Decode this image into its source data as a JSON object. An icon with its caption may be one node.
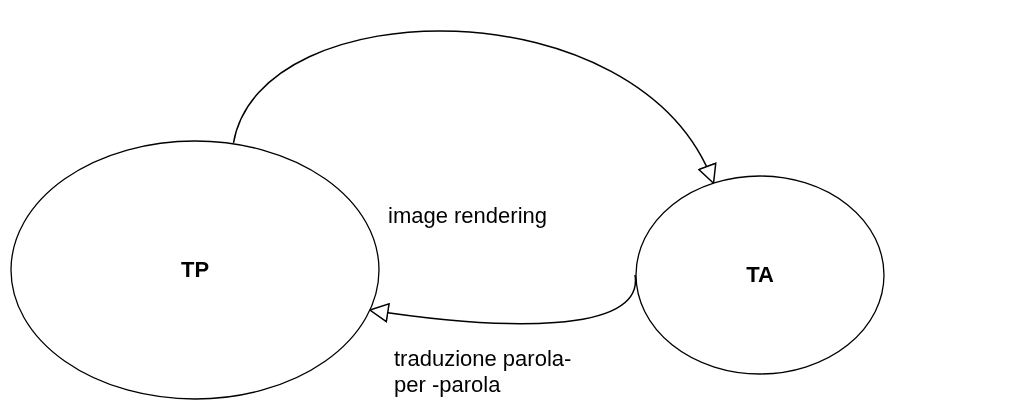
{
  "diagram": {
    "nodes": [
      {
        "text": [
          "TP"
        ]
      },
      {
        "text": [
          "TA"
        ]
      }
    ],
    "edges": [
      {
        "from": 0,
        "to": 1,
        "arrow": "to"
      },
      {
        "from": 1,
        "to": 0,
        "arrow": "to",
        "label": "traduzione parola-per -parola"
      }
    ],
    "labels": [
      "image rendering"
    ]
  }
}
